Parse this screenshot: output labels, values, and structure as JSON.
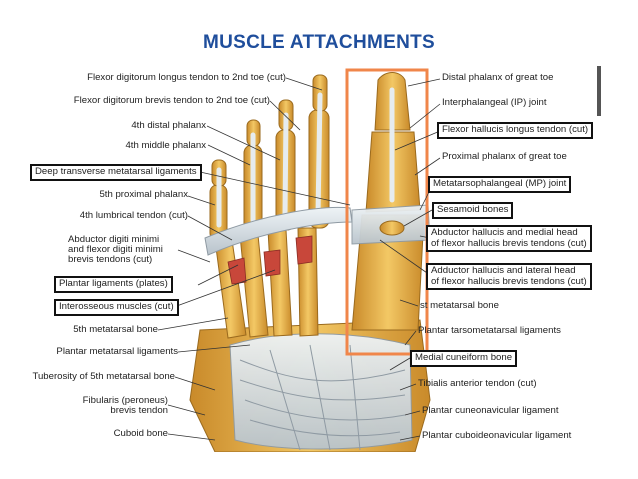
{
  "title": "MUSCLE  ATTACHMENTS",
  "colors": {
    "title": "#1f4e9c",
    "bone": "#e8b651",
    "highlight": "#f0864a",
    "muscle": "#c8473a",
    "ligament": "#dfe6ea"
  },
  "labels": {
    "left": [
      "Flexor digitorum longus tendon to 2nd toe (cut)",
      "Flexor digitorum brevis tendon to 2nd toe (cut)",
      "4th distal phalanx",
      "4th middle phalanx",
      "Deep transverse metatarsal ligaments",
      "5th proximal phalanx",
      "4th lumbrical tendon (cut)",
      "Abductor digiti minimi",
      "and flexor digiti minimi",
      "brevis tendons (cut)",
      "Plantar ligaments (plates)",
      "Interosseous muscles (cut)",
      "5th metatarsal bone",
      "Plantar metatarsal ligaments",
      "Tuberosity of 5th metatarsal bone",
      "Fibularis (peroneus)",
      "brevis tendon",
      "Cuboid bone"
    ],
    "right": [
      "Distal phalanx of great toe",
      "Interphalangeal (IP) joint",
      "Flexor hallucis longus tendon (cut)",
      "Proximal phalanx of great toe",
      "Metatarsophalangeal (MP) joint",
      "Sesamoid bones",
      "Abductor hallucis and medial head",
      "of flexor hallucis brevis tendons (cut)",
      "Adductor hallucis and lateral head",
      "of flexor hallucis brevis tendons (cut)",
      "st metatarsal bone",
      "Plantar tarsometatarsal ligaments",
      "Medial cuneiform bone",
      "Tibialis anterior tendon (cut)",
      "Plantar cuneonavicular ligament",
      "Plantar cuboideonavicular ligament"
    ]
  }
}
